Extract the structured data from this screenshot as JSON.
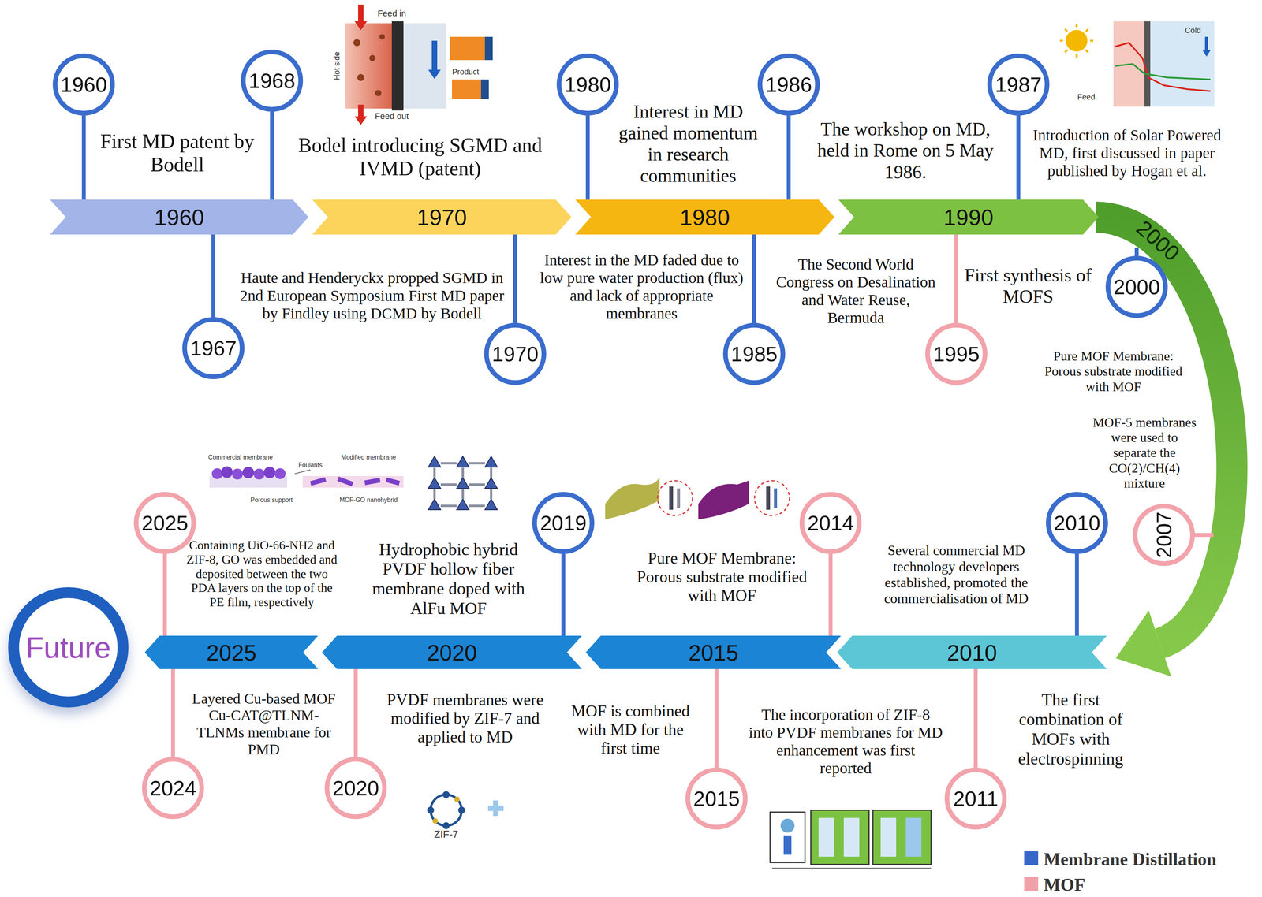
{
  "diagram": {
    "nodes": [
      {
        "text": [
          "1960"
        ]
      },
      {
        "text": [
          "1970"
        ]
      },
      {
        "text": [
          "1980"
        ]
      },
      {
        "text": [
          "1990"
        ]
      },
      {
        "text": [
          "2000"
        ]
      },
      {
        "text": [
          "1960"
        ]
      },
      {
        "text": [
          "1968"
        ]
      },
      {
        "text": [
          "1980"
        ]
      },
      {
        "text": [
          "1986"
        ]
      },
      {
        "text": [
          "1987"
        ]
      },
      {
        "text": [
          "1967"
        ]
      },
      {
        "text": [
          "1970"
        ]
      },
      {
        "text": [
          "1985"
        ]
      },
      {
        "text": [
          "1995"
        ]
      },
      {
        "text": [
          "2000"
        ]
      },
      {
        "text": [
          "2010"
        ]
      },
      {
        "text": [
          "2015"
        ]
      },
      {
        "text": [
          "2020"
        ]
      },
      {
        "text": [
          "2025"
        ]
      },
      {
        "text": [
          "Future"
        ]
      },
      {
        "text": [
          "2025"
        ]
      },
      {
        "text": [
          "2019"
        ]
      },
      {
        "text": [
          "2014"
        ]
      },
      {
        "text": [
          "2010"
        ]
      },
      {
        "text": [
          "2007"
        ]
      },
      {
        "text": [
          "2024"
        ]
      },
      {
        "text": [
          "2020"
        ]
      },
      {
        "text": [
          "2015"
        ]
      },
      {
        "text": [
          "2011"
        ]
      }
    ],
    "edges": [
      {
        "from": 5,
        "to": 0,
        "arrow": "none"
      },
      {
        "from": 6,
        "to": 0,
        "arrow": "none"
      },
      {
        "from": 10,
        "to": 0,
        "arrow": "none"
      },
      {
        "from": 11,
        "to": 1,
        "arrow": "none"
      },
      {
        "from": 7,
        "to": 2,
        "arrow": "none"
      },
      {
        "from": 12,
        "to": 2,
        "arrow": "none"
      },
      {
        "from": 8,
        "to": 2,
        "arrow": "none"
      },
      {
        "from": 13,
        "to": 3,
        "arrow": "none"
      },
      {
        "from": 9,
        "to": 3,
        "arrow": "none"
      },
      {
        "from": 14,
        "to": 4,
        "arrow": "none"
      },
      {
        "from": 20,
        "to": 18,
        "arrow": "none"
      },
      {
        "from": 25,
        "to": 18,
        "arrow": "none"
      },
      {
        "from": 21,
        "to": 17,
        "arrow": "none"
      },
      {
        "from": 26,
        "to": 17,
        "arrow": "none"
      },
      {
        "from": 22,
        "to": 16,
        "arrow": "none"
      },
      {
        "from": 27,
        "to": 16,
        "arrow": "none"
      },
      {
        "from": 23,
        "to": 15,
        "arrow": "none"
      },
      {
        "from": 28,
        "to": 15,
        "arrow": "none"
      }
    ],
    "labels": [
      "Feed in",
      "Hot side",
      "Product",
      "Feed out",
      "Cold",
      "Feed",
      "First MD patent by Bodell",
      "Bodel introducing SGMD and IVMD (patent)",
      "Interest in MD gained momentum in research communities",
      "The workshop on MD, held in Rome on 5 May 1986.",
      "Introduction of Solar Powered MD, first discussed in paper published by Hogan et al.",
      "Haute and Henderyckx propped SGMD in 2nd European Symposium First MD paper by Findley using DCMD by Bodell",
      "Interest in the MD faded due to low pure water production (flux) and lack of appropriate membranes",
      "The Second World Congress on Desalination and Water Reuse, Bermuda",
      "First synthesis of MOFS",
      "Pure MOF Membrane: Porous substrate modified with MOF",
      "MOF-5 membranes were used to separate the CO(2)/CH(4) mixture",
      "Commercial membrane",
      "Foulants",
      "Modified membrane",
      "Porous support",
      "MOF-GO nanohybrid",
      "Containing UiO-66-NH2 and ZIF-8, GO was embedded and deposited between the two PDA layers on the top of the PE film, respectively",
      "Hydrophobic hybrid PVDF hollow fiber membrane doped with AlFu MOF",
      "Pure MOF Membrane: Porous substrate modified with MOF",
      "Several commercial MD technology developers established, promoted the commercialisation of MD",
      "Layered Cu-based MOF Cu-CAT@TLNM-TLNMs membrane for PMD",
      "PVDF membranes were modified by ZIF-7 and applied to MD",
      "ZIF-7",
      "MOF is combined with MD for the first time",
      "The incorporation of ZIF-8 into PVDF membranes for MD enhancement was first reported",
      "The first combination of MOFs with electrospinning"
    ],
    "legend": [
      {
        "text": "Membrane Distillation",
        "color": "#3766c9"
      },
      {
        "text": "MOF",
        "color": "#f0a0a8"
      }
    ]
  }
}
